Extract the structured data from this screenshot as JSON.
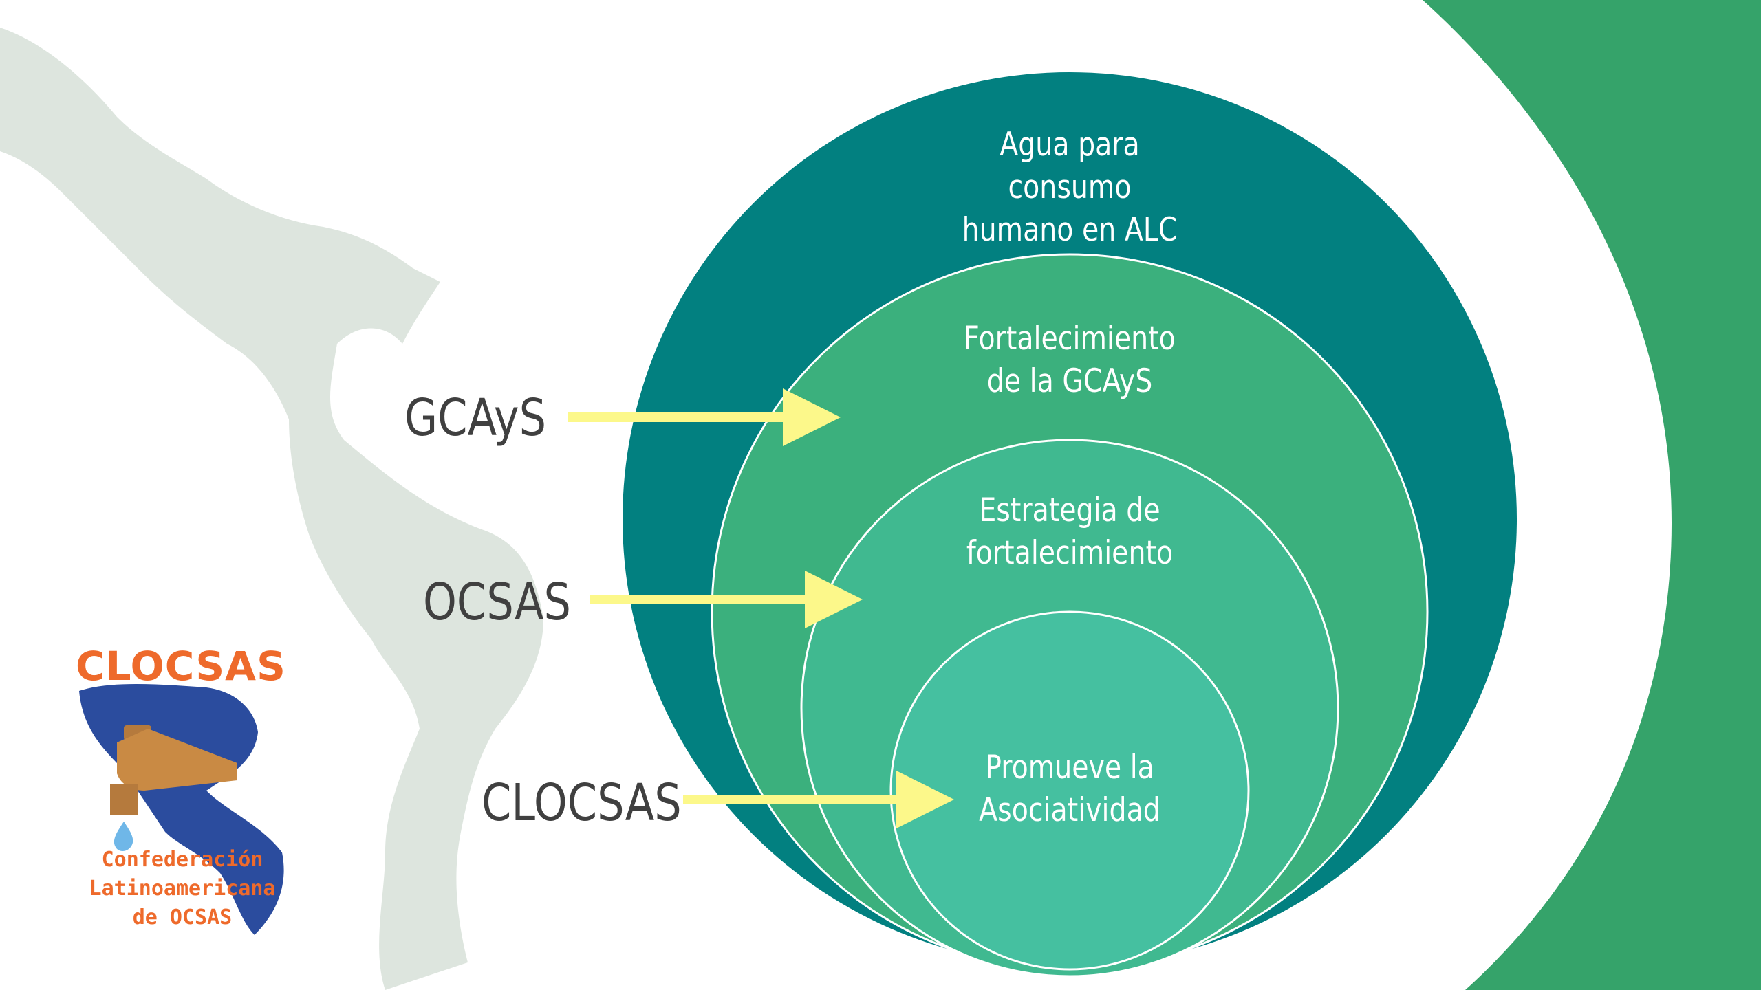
{
  "circles": {
    "outer": "Agua para consumo humano en ALC",
    "outer_lines": [
      "Agua para",
      "consumo",
      "humano en ALC"
    ],
    "second_lines": [
      "Fortalecimiento",
      "de la GCAyS"
    ],
    "third_lines": [
      "Estrategia de",
      "fortalecimiento"
    ],
    "inner_lines": [
      "Promueve la",
      "Asociatividad"
    ]
  },
  "labels": {
    "gcays": "GCAyS",
    "ocsas": "OCSAS",
    "clocsas": "CLOCSAS"
  },
  "logo": {
    "title": "CLOCSAS",
    "subtitle_lines": [
      "Confederación",
      "Latinoamericana",
      "de OCSAS"
    ]
  },
  "colors": {
    "outer_circle": "#028080",
    "second_circle": "#3bb07d",
    "third_circle": "#40b990",
    "inner_circle": "#45c0a0",
    "side_arc": "#35a36a",
    "arrow": "#fcf88a",
    "map": "#dde5de",
    "logo_text": "#ee6a2b"
  }
}
